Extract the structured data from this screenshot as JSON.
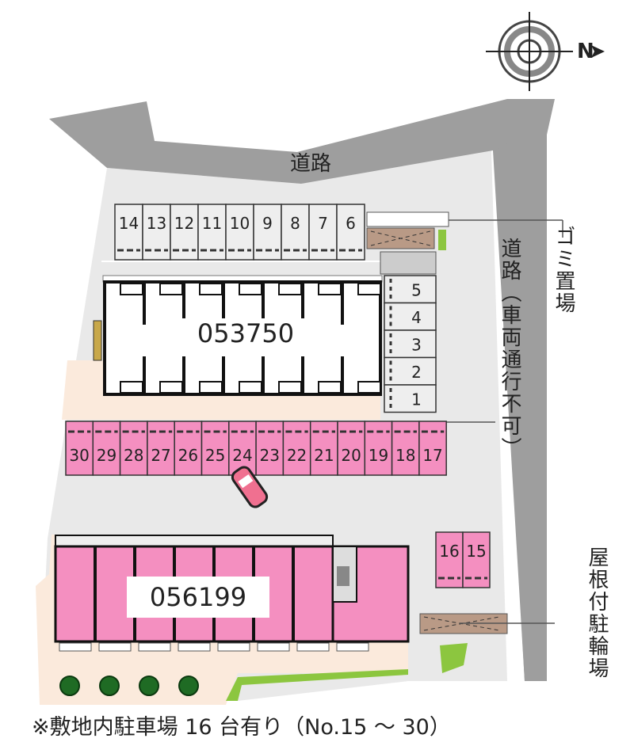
{
  "roads": {
    "top_label": "道路",
    "right_label": "道路（車両通行不可）"
  },
  "facilities": {
    "garbage_label": "ゴミ置場",
    "bicycle_label": "屋根付駐輪場"
  },
  "buildings": [
    {
      "id": "053750",
      "color": "#ffffff"
    },
    {
      "id": "056199",
      "color": "#f48fc0"
    }
  ],
  "parking": {
    "top_row": [
      "14",
      "13",
      "12",
      "11",
      "10",
      "9",
      "8",
      "7",
      "6"
    ],
    "right_column": [
      "5",
      "4",
      "3",
      "2",
      "1"
    ],
    "pink_row": [
      "30",
      "29",
      "28",
      "27",
      "26",
      "25",
      "24",
      "23",
      "22",
      "21",
      "20",
      "19",
      "18",
      "17"
    ],
    "pink_small": [
      "16",
      "15"
    ]
  },
  "compass": {
    "north_label": "N",
    "icon": "compass-rose-icon"
  },
  "footer_note": "※敷地内駐車場 16 台有り（No.15 ～ 30）",
  "colors": {
    "road": "#9e9e9e",
    "lot": "#e9e9e9",
    "pink": "#f48fc0",
    "garden": "#fbeadc",
    "roof": "#b99a86",
    "green": "#8cc63f",
    "tree": "#1f6b24"
  }
}
